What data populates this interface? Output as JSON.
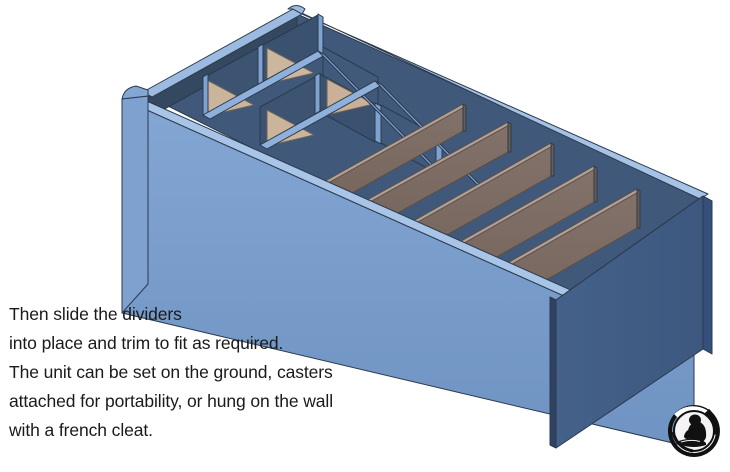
{
  "illustration": {
    "name": "divided-storage-box-3d-model",
    "description": "Isometric 3D rendering of a rectangular open-top storage box with a grid of square cubbies containing diagonal dividers at one end and a row of angled sheet dividers at the other end",
    "colors": {
      "box_body_light_blue": "#7c9fce",
      "box_body_blue": "#7296c4",
      "box_interior_dark_blue": "#3e5470",
      "box_end_panel_dark_blue": "#44618a",
      "box_edge_highlight": "#9dbbe0",
      "box_outline": "#2b3a4e",
      "divider_brown": "#7a6a60",
      "divider_brown_light": "#8b7a6e",
      "diagonal_panel_tan": "#cbb49c",
      "background": "#ffffff"
    },
    "parts": {
      "grid_rows": 2,
      "grid_columns": 3,
      "diagonal_panel_count": 4,
      "brown_divider_count": 5
    }
  },
  "caption": {
    "lines": [
      "Then slide the dividers",
      "into place and trim to fit as required.",
      "The unit can be set on the ground, casters",
      "attached for portability, or hung on the wall",
      "with a french cleat."
    ],
    "text_color": "#1a1a1a"
  },
  "logo": {
    "name": "woodworker-craftsman-circular-logo",
    "description": "Circular black and white emblem depicting a seated craftsman figure working",
    "color": "#111111"
  }
}
